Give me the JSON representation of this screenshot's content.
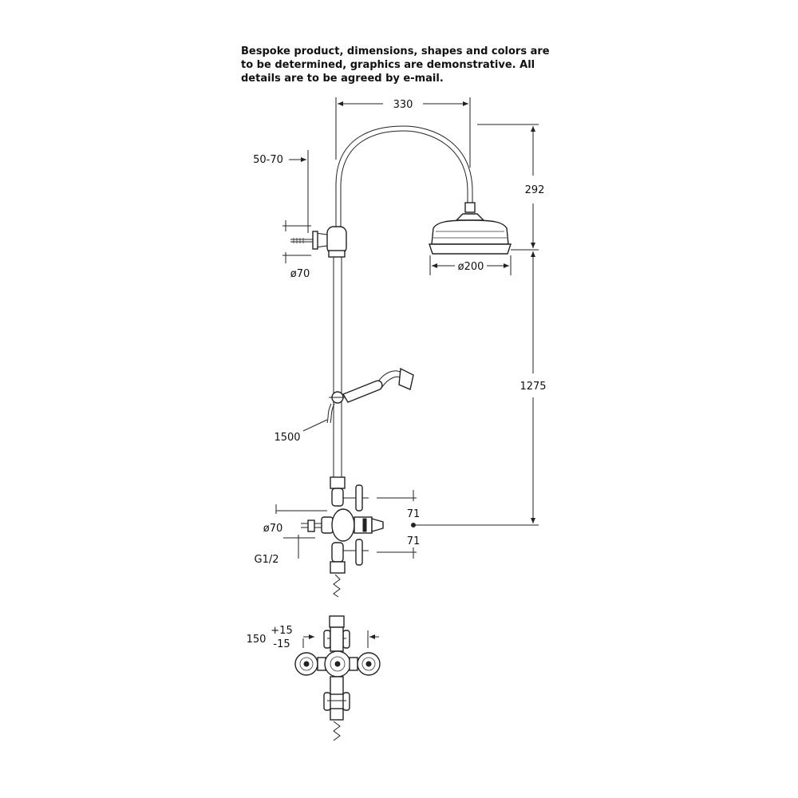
{
  "note": {
    "lines": [
      "Bespoke product, dimensions, shapes and colors are",
      "to be determined, graphics are demonstrative. All",
      "details are to be agreed by e-mail."
    ]
  },
  "dimensions": {
    "width_arm": "330",
    "height_arm": "292",
    "wall_offset": "50-70",
    "top_bracket_dia": "ø70",
    "head_dia": "ø200",
    "riser_height": "1275",
    "hose_length": "1500",
    "valve_dia": "ø70",
    "handle_offset_top": "71",
    "handle_offset_bottom": "71",
    "connection": "G1/2",
    "centres": "150",
    "tol_plus": "+15",
    "tol_minus": "-15"
  }
}
